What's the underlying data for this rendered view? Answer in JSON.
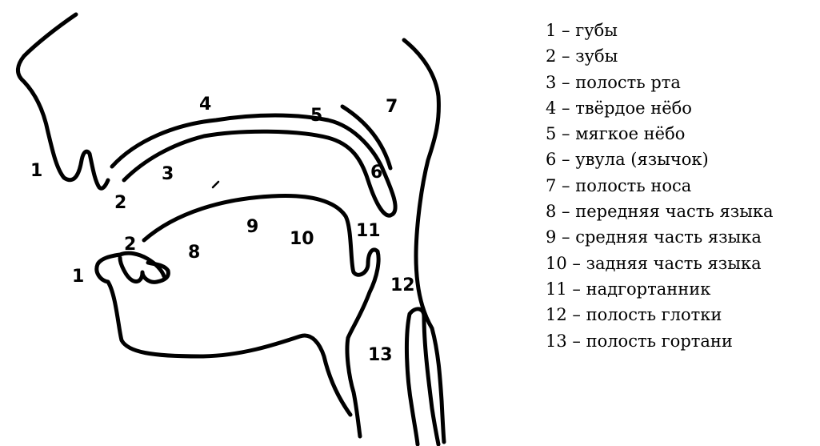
{
  "diagram_labels": [
    {
      "id": "lips-upper",
      "text": "1"
    },
    {
      "id": "teeth-upper",
      "text": "2"
    },
    {
      "id": "oral-cavity",
      "text": "3"
    },
    {
      "id": "hard-palate",
      "text": "4"
    },
    {
      "id": "soft-palate",
      "text": "5"
    },
    {
      "id": "uvula",
      "text": "6"
    },
    {
      "id": "nasal-cavity",
      "text": "7"
    },
    {
      "id": "teeth-lower",
      "text": "2"
    },
    {
      "id": "lips-lower",
      "text": "1"
    },
    {
      "id": "tongue-front",
      "text": "8"
    },
    {
      "id": "tongue-middle",
      "text": "9"
    },
    {
      "id": "tongue-back",
      "text": "10"
    },
    {
      "id": "epiglottis",
      "text": "11"
    },
    {
      "id": "pharynx",
      "text": "12"
    },
    {
      "id": "larynx",
      "text": "13"
    }
  ],
  "legend": [
    "1 – губы",
    "2 – зубы",
    "3 – полость рта",
    "4 – твёрдое нёбо",
    "5 – мягкое нёбо",
    "6 – увула (язычок)",
    "7 – полость носа",
    "8 – передняя часть языка",
    "9 – средняя часть языка",
    "10 – задняя часть языка",
    "11 – надгортанник",
    "12 – полость глотки",
    "13 – полость гортани"
  ]
}
